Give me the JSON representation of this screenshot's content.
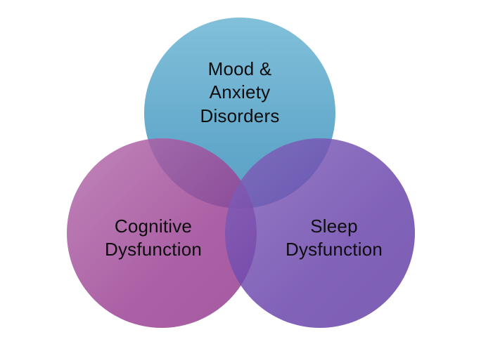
{
  "page": {
    "background": "#ffffff",
    "text_color": "#0d0d0d"
  },
  "diagram": {
    "type": "venn-3",
    "circles": [
      {
        "name": "mood-anxiety-disorders",
        "label": "Mood &\nAnxiety\nDisorders",
        "fill": "#4a9cc4",
        "position": "top"
      },
      {
        "name": "cognitive-dysfunction",
        "label": "Cognitive\nDysfunction",
        "fill": "#9c4496",
        "position": "bottom-left"
      },
      {
        "name": "sleep-dysfunction",
        "label": "Sleep\nDysfunction",
        "fill": "#6a42ab",
        "position": "bottom-right"
      }
    ],
    "overlap_color": "#693ea5"
  }
}
